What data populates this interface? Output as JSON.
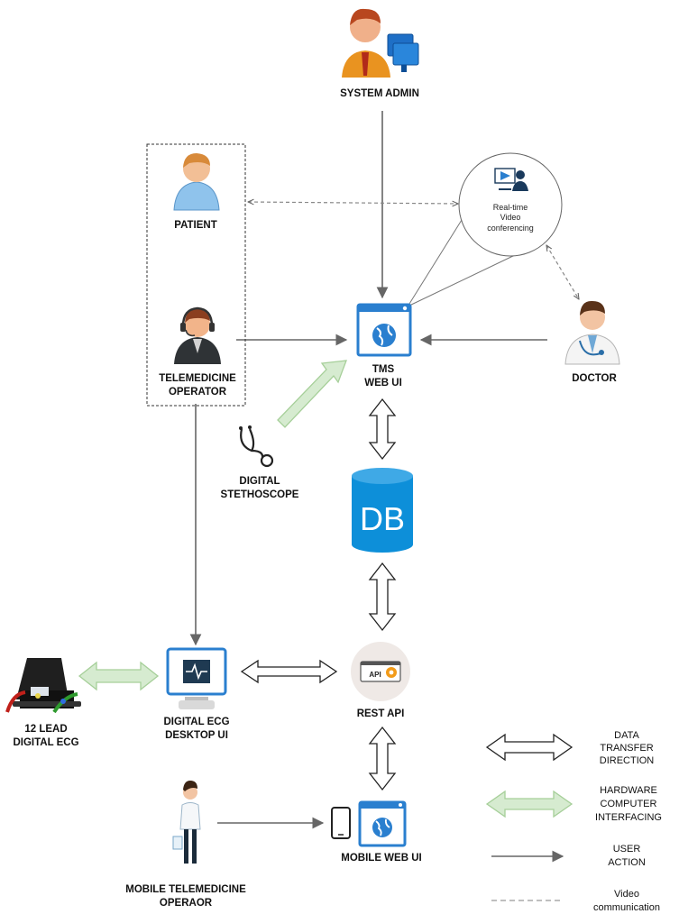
{
  "nodes": {
    "system_admin": "SYSTEM ADMIN",
    "patient": "PATIENT",
    "telemedicine_operator": [
      "TELEMEDICINE",
      "OPERATOR"
    ],
    "video_conferencing": [
      "Real-time",
      "Video",
      "conferencing"
    ],
    "tms_web_ui": [
      "TMS",
      "WEB UI"
    ],
    "doctor": "DOCTOR",
    "digital_stethoscope": [
      "DIGITAL",
      "STETHOSCOPE"
    ],
    "db": "DB",
    "digital_ecg_ui": [
      "DIGITAL ECG",
      "DESKTOP UI"
    ],
    "ecg_device": [
      "12 LEAD",
      "DIGITAL ECG"
    ],
    "rest_api": "REST API",
    "api_badge": "API",
    "mobile_operator": [
      "MOBILE TELEMEDICINE",
      "OPERAOR"
    ],
    "mobile_web_ui": "MOBILE WEB UI"
  },
  "legend": {
    "data_transfer": [
      "DATA",
      "TRANSFER",
      "DIRECTION"
    ],
    "hardware_interfacing": [
      "HARDWARE",
      "COMPUTER",
      "INTERFACING"
    ],
    "user_action": [
      "USER",
      "ACTION"
    ],
    "video_communication": [
      "Video",
      "communication"
    ]
  },
  "colors": {
    "db_blue": "#0d8fd9",
    "screen_blue": "#2a7fcf",
    "green_arrow_fill": "#d6ebd0",
    "green_arrow_stroke": "#a6cf99",
    "line_gray": "#666666"
  }
}
